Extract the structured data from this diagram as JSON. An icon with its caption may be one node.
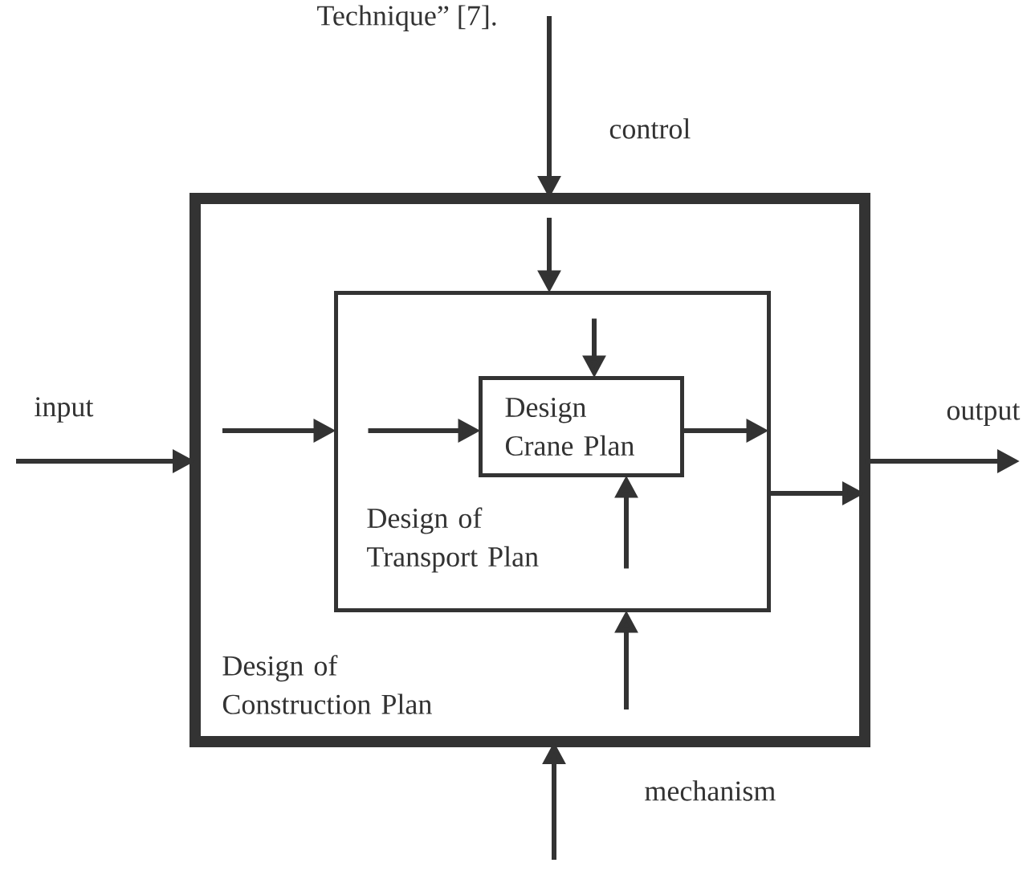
{
  "diagram": {
    "nodes": [
      {
        "text": [
          "Design of Construction Plan"
        ]
      },
      {
        "text": [
          "Design of Transport Plan"
        ],
        "in": 0
      },
      {
        "text": [
          "Design Crane Plan"
        ],
        "in": 1
      }
    ],
    "edges": [
      {
        "from": null,
        "to": 0,
        "arrow": "to",
        "label": "control"
      },
      {
        "from": 0,
        "to": 1,
        "arrow": "to"
      },
      {
        "from": null,
        "to": 0,
        "arrow": "to",
        "label": "input"
      },
      {
        "from": 0,
        "to": 1,
        "arrow": "to"
      },
      {
        "from": 1,
        "to": 2,
        "arrow": "to"
      },
      {
        "from": 1,
        "to": 2,
        "arrow": "to"
      },
      {
        "from": 2,
        "to": 1,
        "arrow": "to"
      },
      {
        "from": 1,
        "to": 0,
        "arrow": "to"
      },
      {
        "from": 0,
        "to": null,
        "arrow": "to",
        "label": "output"
      },
      {
        "from": 1,
        "to": 2,
        "arrow": "to"
      },
      {
        "from": 0,
        "to": 1,
        "arrow": "to"
      },
      {
        "from": null,
        "to": 0,
        "arrow": "to",
        "label": "mechanism"
      }
    ],
    "labels": [
      "Technique” [7]."
    ]
  }
}
